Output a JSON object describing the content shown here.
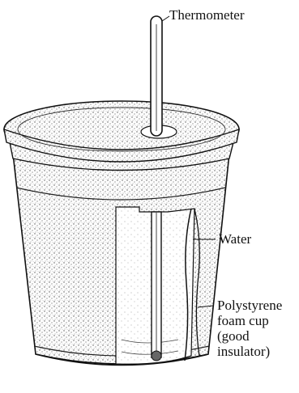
{
  "labels": {
    "thermometer": "Thermometer",
    "water": "Water",
    "cup_lines": [
      "Polystyrene",
      "foam cup",
      "(good",
      "insulator)"
    ]
  },
  "colors": {
    "ink": "#111111",
    "stipple": "#555555",
    "background": "#ffffff"
  },
  "icons": [
    "thermometer",
    "foam-cup",
    "lid",
    "water"
  ]
}
